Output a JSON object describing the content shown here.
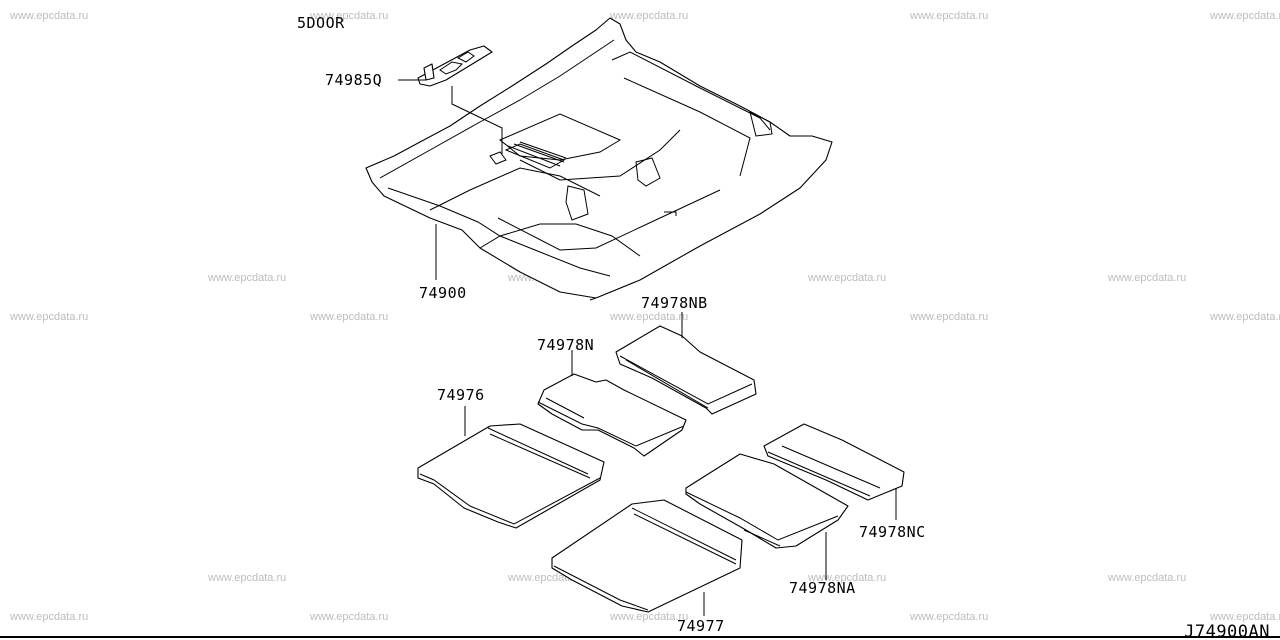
{
  "diagram": {
    "variant_label": "5DOOR",
    "drawing_code": "J74900AN",
    "watermark_text": "www.epcdata.ru",
    "callouts": {
      "clip": "74985Q",
      "carpet": "74900",
      "mat_rear_center": "74978NB",
      "mat_rear_left": "74978N",
      "mat_front_left": "74976",
      "mat_rear_right": "74978NC",
      "mat_front_right_b": "74978NA",
      "mat_front_right": "74977"
    }
  }
}
